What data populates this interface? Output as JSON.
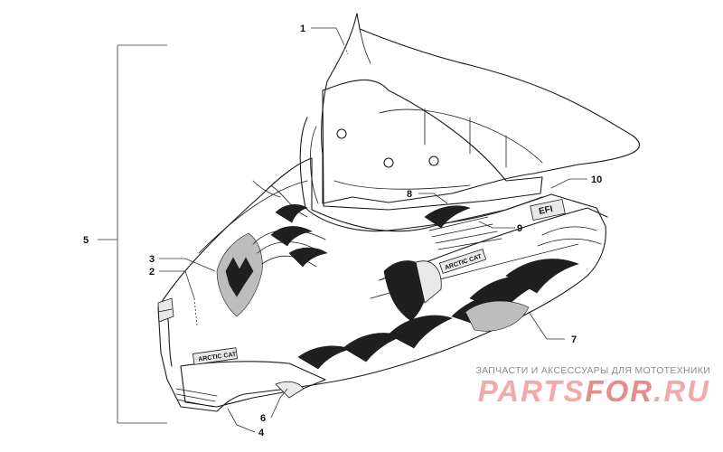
{
  "diagram": {
    "callouts": [
      {
        "id": "c1",
        "label": "1"
      },
      {
        "id": "c2",
        "label": "2"
      },
      {
        "id": "c3",
        "label": "3"
      },
      {
        "id": "c4",
        "label": "4"
      },
      {
        "id": "c5",
        "label": "5"
      },
      {
        "id": "c6",
        "label": "6"
      },
      {
        "id": "c7",
        "label": "7"
      },
      {
        "id": "c8",
        "label": "8"
      },
      {
        "id": "c9",
        "label": "9"
      },
      {
        "id": "c10",
        "label": "10"
      }
    ],
    "decal_text": {
      "nose_brand": "ARCTIC CAT",
      "side_brand": "ARCTIC CAT",
      "side_model": "EFI"
    }
  },
  "watermark": {
    "caption": "ЗАПЧАСТИ И АКСЕССУАРЫ ДЛЯ МОТОТЕХНИКИ",
    "logo_part1": "PARTS",
    "logo_part2": "FOR",
    "logo_part3": ".RU"
  },
  "colors": {
    "ink": "#1a1a1a",
    "watermark_grey": "#8c8c8c",
    "watermark_pink": "#f2a9a9"
  }
}
